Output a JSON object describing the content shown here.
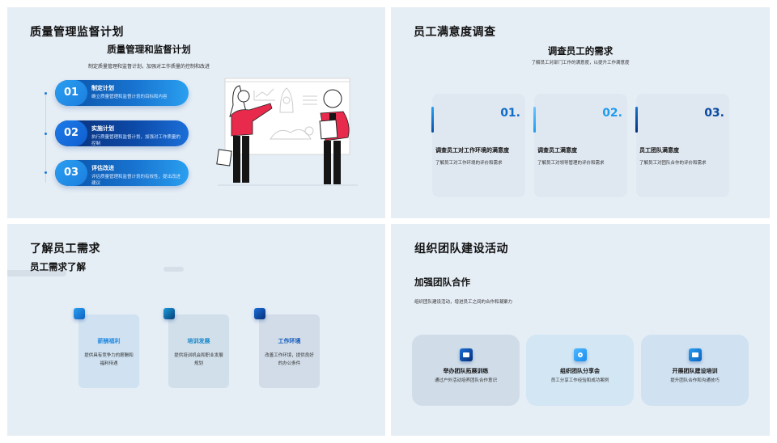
{
  "slides": [
    {
      "title": "质量管理监督计划",
      "subtitle": "质量管理和监督计划",
      "description": "制定质量管理和监督计划，加强对工作质量的控制和改进",
      "steps": [
        {
          "num": "01",
          "title": "制定计划",
          "desc": "确立质量管理和监督计划的目标和内容"
        },
        {
          "num": "02",
          "title": "实施计划",
          "desc": "执行质量管理和监督计划，加强对工作质量的控制"
        },
        {
          "num": "03",
          "title": "评估改进",
          "desc": "评估质量管理和监督计划的有效性，提出改进建议"
        }
      ],
      "illustration": "two-people-presenting-rocket-whiteboard"
    },
    {
      "title": "员工满意度调查",
      "subtitle": "调查员工的需求",
      "description": "了解员工对部门工作的满意度，以提升工作满意度",
      "cards": [
        {
          "num": "01.",
          "title": "调查员工对工作环境的满意度",
          "desc": "了解员工对工作环境的评价和需求",
          "color": "#0f6cc8"
        },
        {
          "num": "02.",
          "title": "调查员工满意度",
          "desc": "了解员工对领导管理的评价和需求",
          "color": "#1e9cf0"
        },
        {
          "num": "03.",
          "title": "员工团队满意度",
          "desc": "了解员工对团队合作的评价和需求",
          "color": "#0a4aa0"
        }
      ]
    },
    {
      "title": "了解员工需求",
      "subtitle": "员工需求了解",
      "cards": [
        {
          "title": "薪酬福利",
          "desc": "提供具有竞争力的薪酬和福利待遇",
          "color": "#2a8de0"
        },
        {
          "title": "培训发展",
          "desc": "提供培训机会和职业发展规划",
          "color": "#1587c8"
        },
        {
          "title": "工作环境",
          "desc": "改善工作环境，提供良好的办公条件",
          "color": "#0d55b8"
        }
      ]
    },
    {
      "title": "组织团队建设活动",
      "subtitle": "加强团队合作",
      "description": "组织团队建设活动，增进员工之间的合作和凝聚力",
      "cards": [
        {
          "title": "举办团队拓展训练",
          "desc": "通过户外活动培养团队合作意识",
          "icon": "couch-icon"
        },
        {
          "title": "组织团队分享会",
          "desc": "员工分享工作经验和成功案例",
          "icon": "target-icon"
        },
        {
          "title": "开展团队建设培训",
          "desc": "提升团队合作和沟通技巧",
          "icon": "chat-icon"
        }
      ]
    }
  ],
  "colors": {
    "slide_bg": "#e5edf5",
    "accent": "#1874d0",
    "accent_dark": "#0a3f94",
    "accent_light": "#2a9ff0",
    "illustration_red": "#e82a4c"
  }
}
